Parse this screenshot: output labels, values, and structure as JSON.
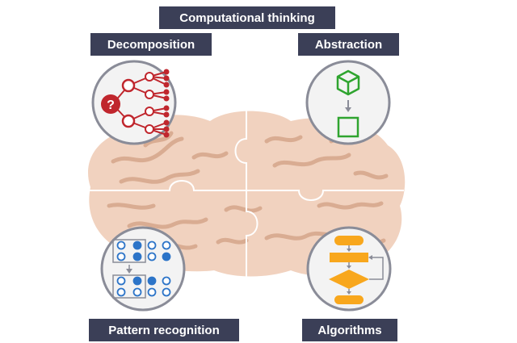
{
  "title": "Computational thinking",
  "labels": {
    "decomposition": "Decomposition",
    "abstraction": "Abstraction",
    "pattern_recognition": "Pattern recognition",
    "algorithms": "Algorithms"
  },
  "decomposition_icon": {
    "mark": "?"
  },
  "colors": {
    "label_bg": "#3b3f57",
    "brain": "#f1d2bf",
    "brain_vein": "#d9ac92",
    "circle_fill": "#f3f3f3",
    "circle_stroke": "#8a8c98",
    "decomposition": "#c0262d",
    "abstraction": "#2fa42f",
    "pattern": "#2c74c8",
    "algorithm": "#f8a71d"
  }
}
